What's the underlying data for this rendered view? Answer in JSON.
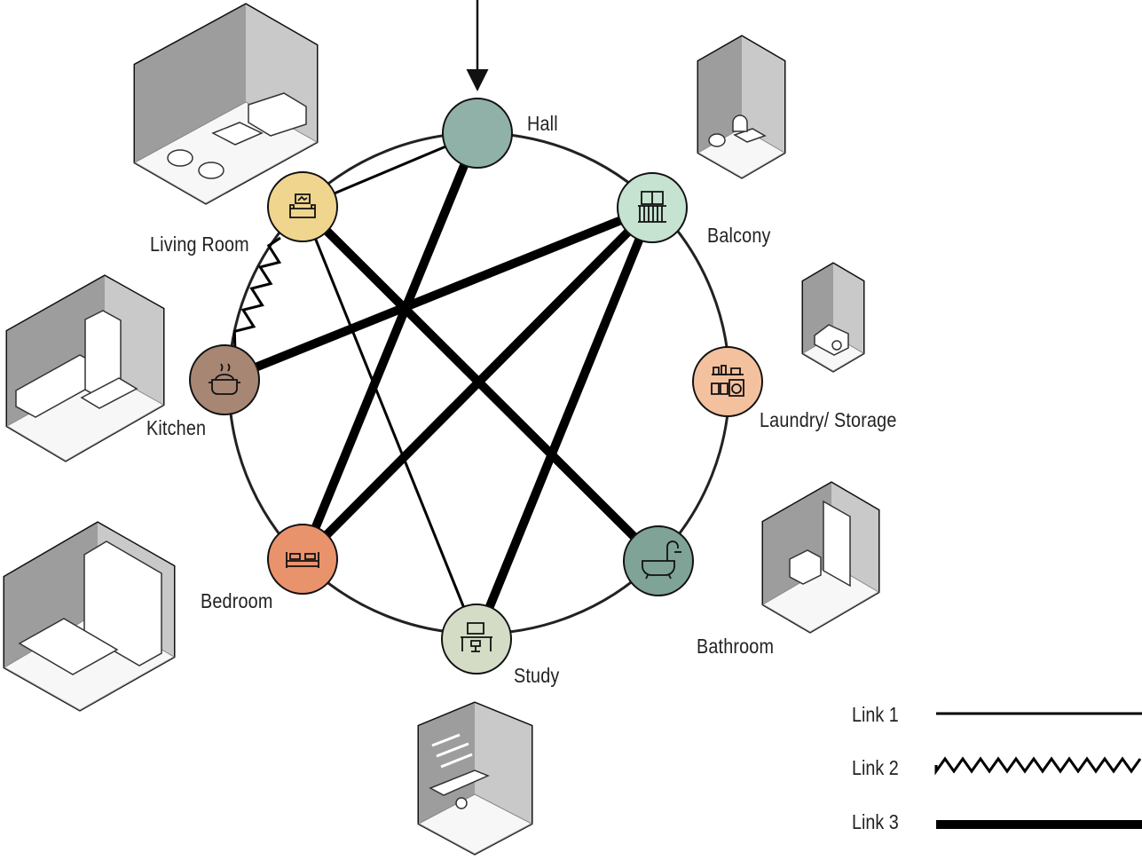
{
  "rooms": [
    {
      "id": "hall",
      "label": "Hall",
      "color": "#8fb1a8",
      "icon": "none"
    },
    {
      "id": "balcony",
      "label": "Balcony",
      "color": "#c6e2d0",
      "icon": "balcony-railing-icon"
    },
    {
      "id": "laundry",
      "label": "Laundry/ Storage",
      "color": "#f4c19e",
      "icon": "washing-machine-shelf-icon"
    },
    {
      "id": "bathroom",
      "label": "Bathroom",
      "color": "#7fa396",
      "icon": "bathtub-shower-icon"
    },
    {
      "id": "study",
      "label": "Study",
      "color": "#d4dcc6",
      "icon": "desk-computer-icon"
    },
    {
      "id": "bedroom",
      "label": "Bedroom",
      "color": "#e9936c",
      "icon": "bed-icon"
    },
    {
      "id": "kitchen",
      "label": "Kitchen",
      "color": "#a88674",
      "icon": "cooking-pot-icon"
    },
    {
      "id": "living",
      "label": "Living Room",
      "color": "#f0d58e",
      "icon": "sofa-picture-icon"
    }
  ],
  "links": [
    {
      "from": "hall",
      "to": "living",
      "type": 1
    },
    {
      "from": "living",
      "to": "study",
      "type": 1
    },
    {
      "from": "living",
      "to": "kitchen",
      "type": 2
    },
    {
      "from": "hall",
      "to": "bedroom",
      "type": 3
    },
    {
      "from": "balcony",
      "to": "kitchen",
      "type": 3
    },
    {
      "from": "balcony",
      "to": "bedroom",
      "type": 3
    },
    {
      "from": "balcony",
      "to": "study",
      "type": 3
    },
    {
      "from": "living",
      "to": "bathroom",
      "type": 3
    }
  ],
  "legend": [
    {
      "label": "Link 1",
      "type": 1
    },
    {
      "label": "Link 2",
      "type": 2
    },
    {
      "label": "Link 3",
      "type": 3
    }
  ],
  "entrance": {
    "icon": "entrance-arrow-icon"
  }
}
